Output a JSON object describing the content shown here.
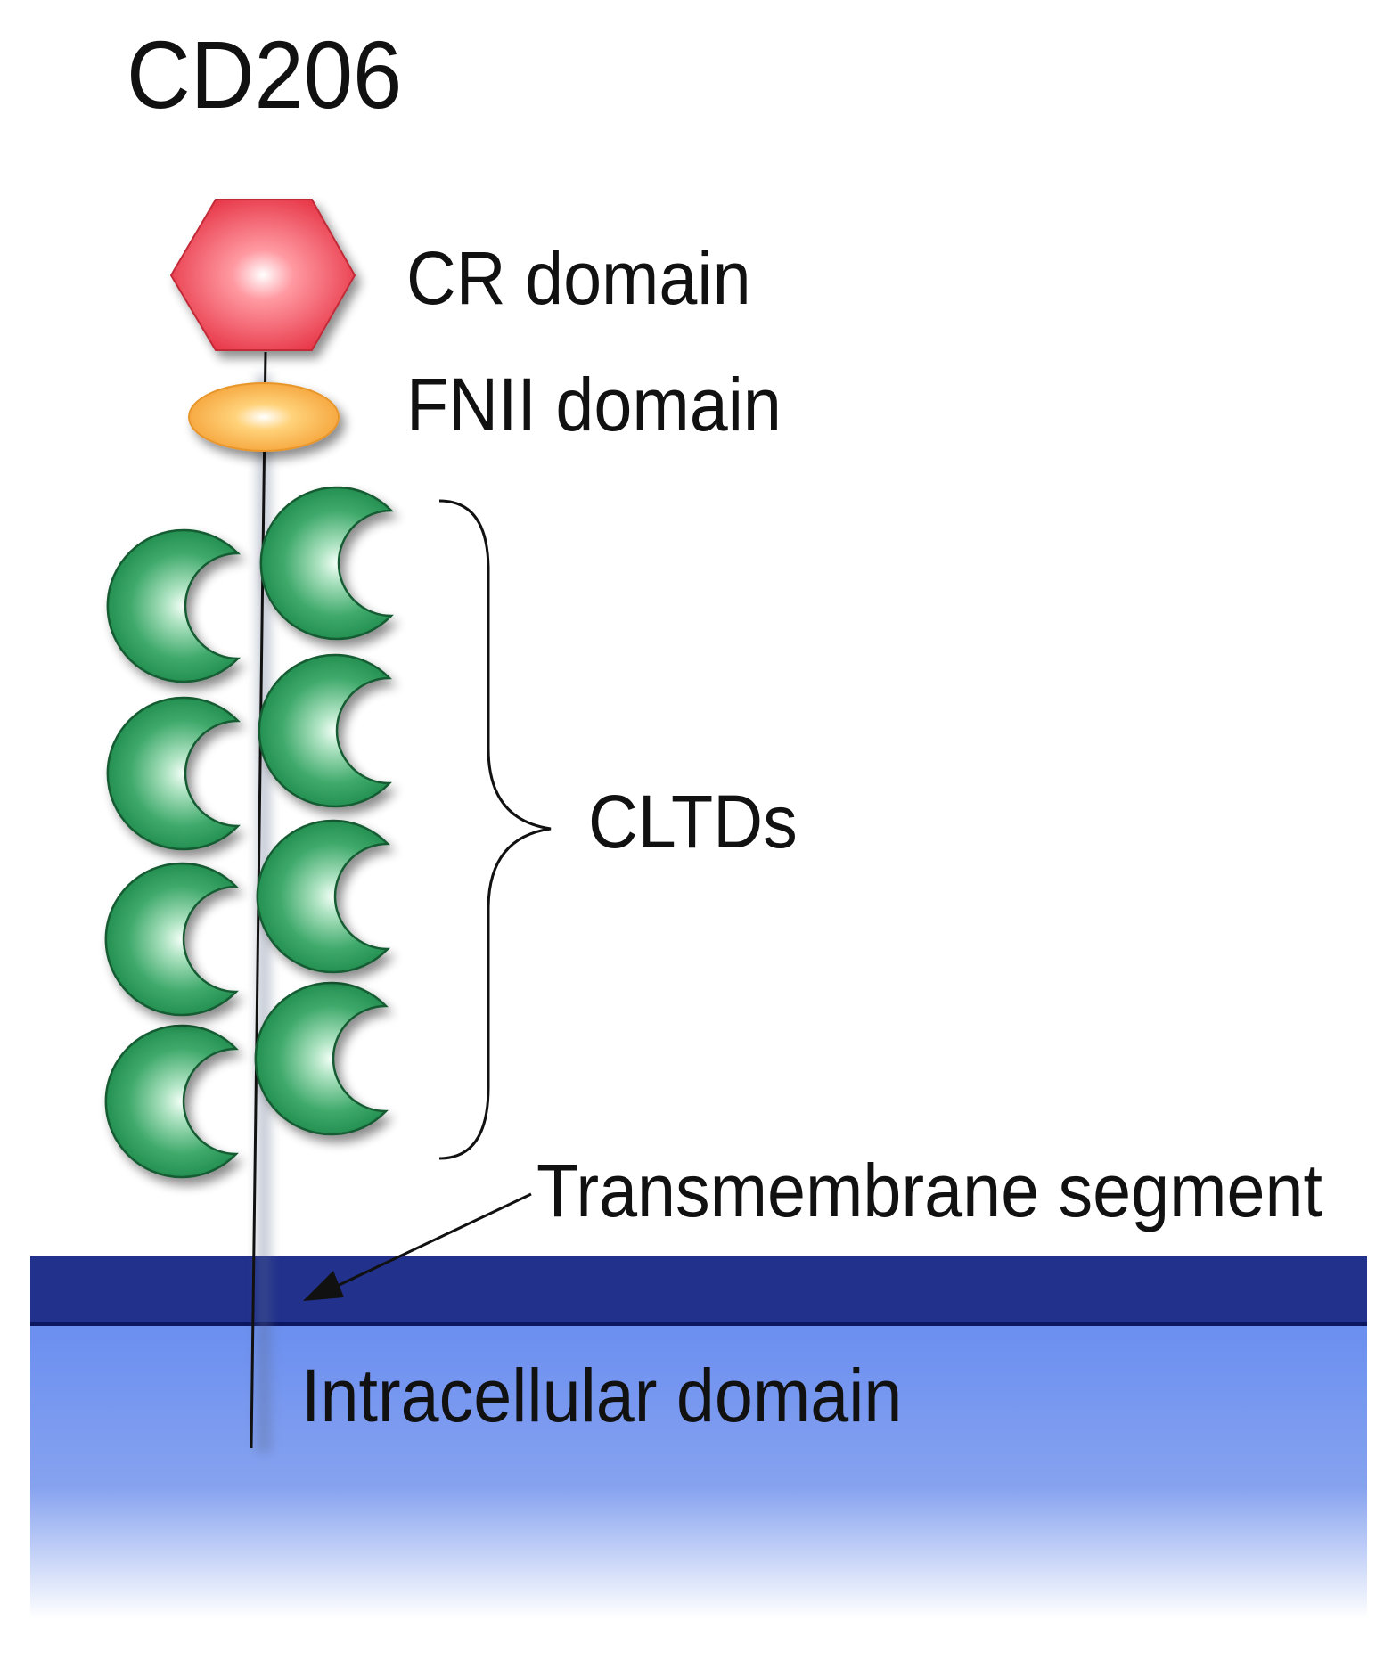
{
  "title": "CD206",
  "labels": {
    "cr_domain": "CR domain",
    "fnii_domain": "FNII domain",
    "cltds": "CLTDs",
    "transmembrane": "Transmembrane segment",
    "intracellular": "Intracellular domain"
  },
  "colors": {
    "cr_domain": "#e8394a",
    "fnii_domain": "#f5a33a",
    "cltd": "#1e8a4c",
    "membrane": "#21318c",
    "intracellular": "#6b8ff0"
  }
}
